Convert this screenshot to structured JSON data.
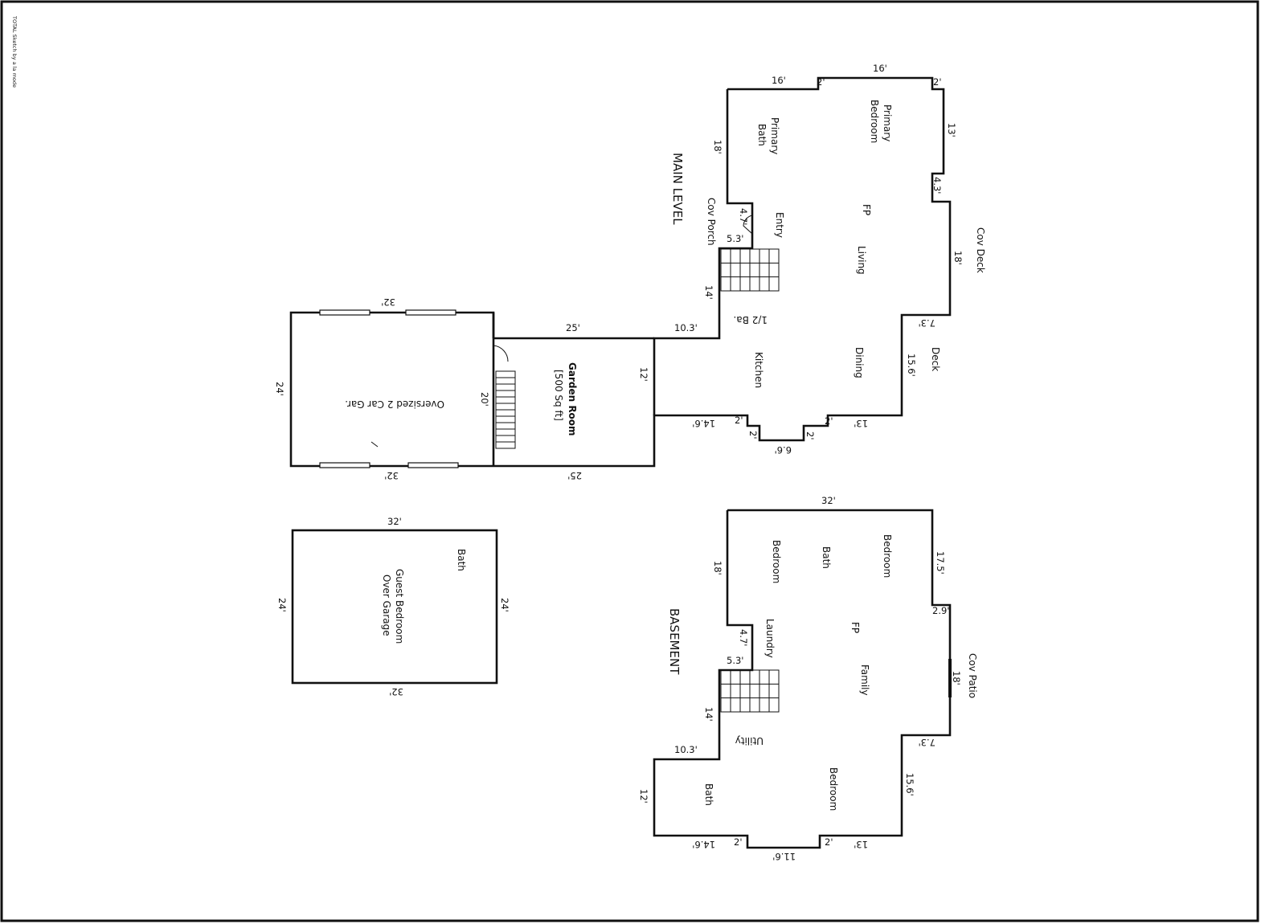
{
  "sheet_note": "TOTAL Sketch by a la mode",
  "main_level": {
    "title": "MAIN LEVEL",
    "rooms": {
      "primary_bedroom": [
        "Primary",
        "Bedroom"
      ],
      "primary_bath": [
        "Primary",
        "Bath"
      ],
      "fp": "FP",
      "entry": "Entry",
      "cov_porch": "Cov Porch",
      "living": "Living",
      "cov_deck": "Cov Deck",
      "half_bath": "1/2 Ba.",
      "kitchen": "Kitchen",
      "dining": "Dining",
      "deck": "Deck",
      "garden_room": "Garden Room",
      "garden_room_area": "[500 Sq ft]",
      "garage": "Oversized 2 Car Gar."
    },
    "dims": {
      "top_16a": "16'",
      "top_2a": "2'",
      "top_16b": "16'",
      "top_2b": "2'",
      "right_13": "13'",
      "right_4_3": "4.3'",
      "right_18": "18'",
      "right_7_3": "7.3'",
      "right_15_6": "15.6'",
      "bottom_13": "13'",
      "bottom_2a": "2'",
      "bottom_2b": "2'",
      "bottom_6_6": "6.6'",
      "bottom_2c": "2'",
      "bottom_2d": "2'",
      "bottom_14_6": "14.6'",
      "left_18": "18'",
      "left_4_7": "4.7'",
      "left_5_3": "5.3'",
      "left_14": "14'",
      "left_10_3": "10.3'",
      "garden_top_25": "25'",
      "garden_bottom_25": "25'",
      "garden_right_12": "12'",
      "garden_left_20": "20'",
      "garage_top_32": "32'",
      "garage_bottom_32": "32'",
      "garage_left_24": "24'"
    }
  },
  "guest": {
    "rooms": {
      "bath": "Bath",
      "guest": [
        "Guest Bedroom",
        "Over Garage"
      ]
    },
    "dims": {
      "top_32": "32'",
      "bottom_32": "32'",
      "left_24": "24'",
      "right_24": "24'"
    }
  },
  "basement": {
    "title": "BASEMENT",
    "rooms": {
      "bedroom_a": "Bedroom",
      "bath_a": "Bath",
      "bedroom_b": "Bedroom",
      "fp": "FP",
      "laundry": "Laundry",
      "family": "Family",
      "cov_patio": "Cov Patio",
      "utility": "Utility",
      "bath_b": "Bath",
      "bedroom_c": "Bedroom"
    },
    "dims": {
      "top_32": "32'",
      "right_17_5": "17.5'",
      "right_2_9": "2.9'",
      "right_18": "18'",
      "right_7_3": "7.3'",
      "right_15_6": "15.6'",
      "bottom_13": "13'",
      "bottom_2a": "2'",
      "bottom_11_6": "11.6'",
      "bottom_2b": "2'",
      "bottom_14_6": "14.6'",
      "left_18": "18'",
      "left_4_7": "4.7'",
      "left_5_3": "5.3'",
      "left_14": "14'",
      "left_10_3": "10.3'",
      "left_12": "12'"
    }
  }
}
